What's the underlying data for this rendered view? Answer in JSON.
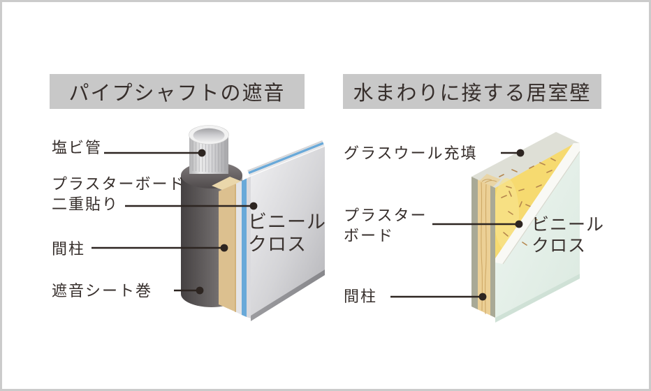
{
  "titles": {
    "left": "パイプシャフトの遮音",
    "right": "水まわりに接する居室壁"
  },
  "left_diagram": {
    "labels": {
      "pipe": "塩ビ管",
      "board": "プラスターボード\n二重貼り",
      "stud": "間柱",
      "sheet": "遮音シート巻"
    },
    "surface": "ビニール\nクロス"
  },
  "right_diagram": {
    "labels": {
      "wool": "グラスウール充填",
      "board": "プラスター\nボード",
      "stud": "間柱"
    },
    "surface": "ビニール\nクロス"
  },
  "colors": {
    "titlebar_bg": "#c8c8c8",
    "text": "#362e2b",
    "leader": "#2d2521",
    "blue_layer": "#69a9d9",
    "stud_tan": "#dcc08f",
    "wool_yellow": "#f6da70",
    "wood": "#ecd096",
    "mint_face": "#e7f1e9",
    "wrap_dark": "#5b5657",
    "frame_border": "#cbcbcb"
  }
}
